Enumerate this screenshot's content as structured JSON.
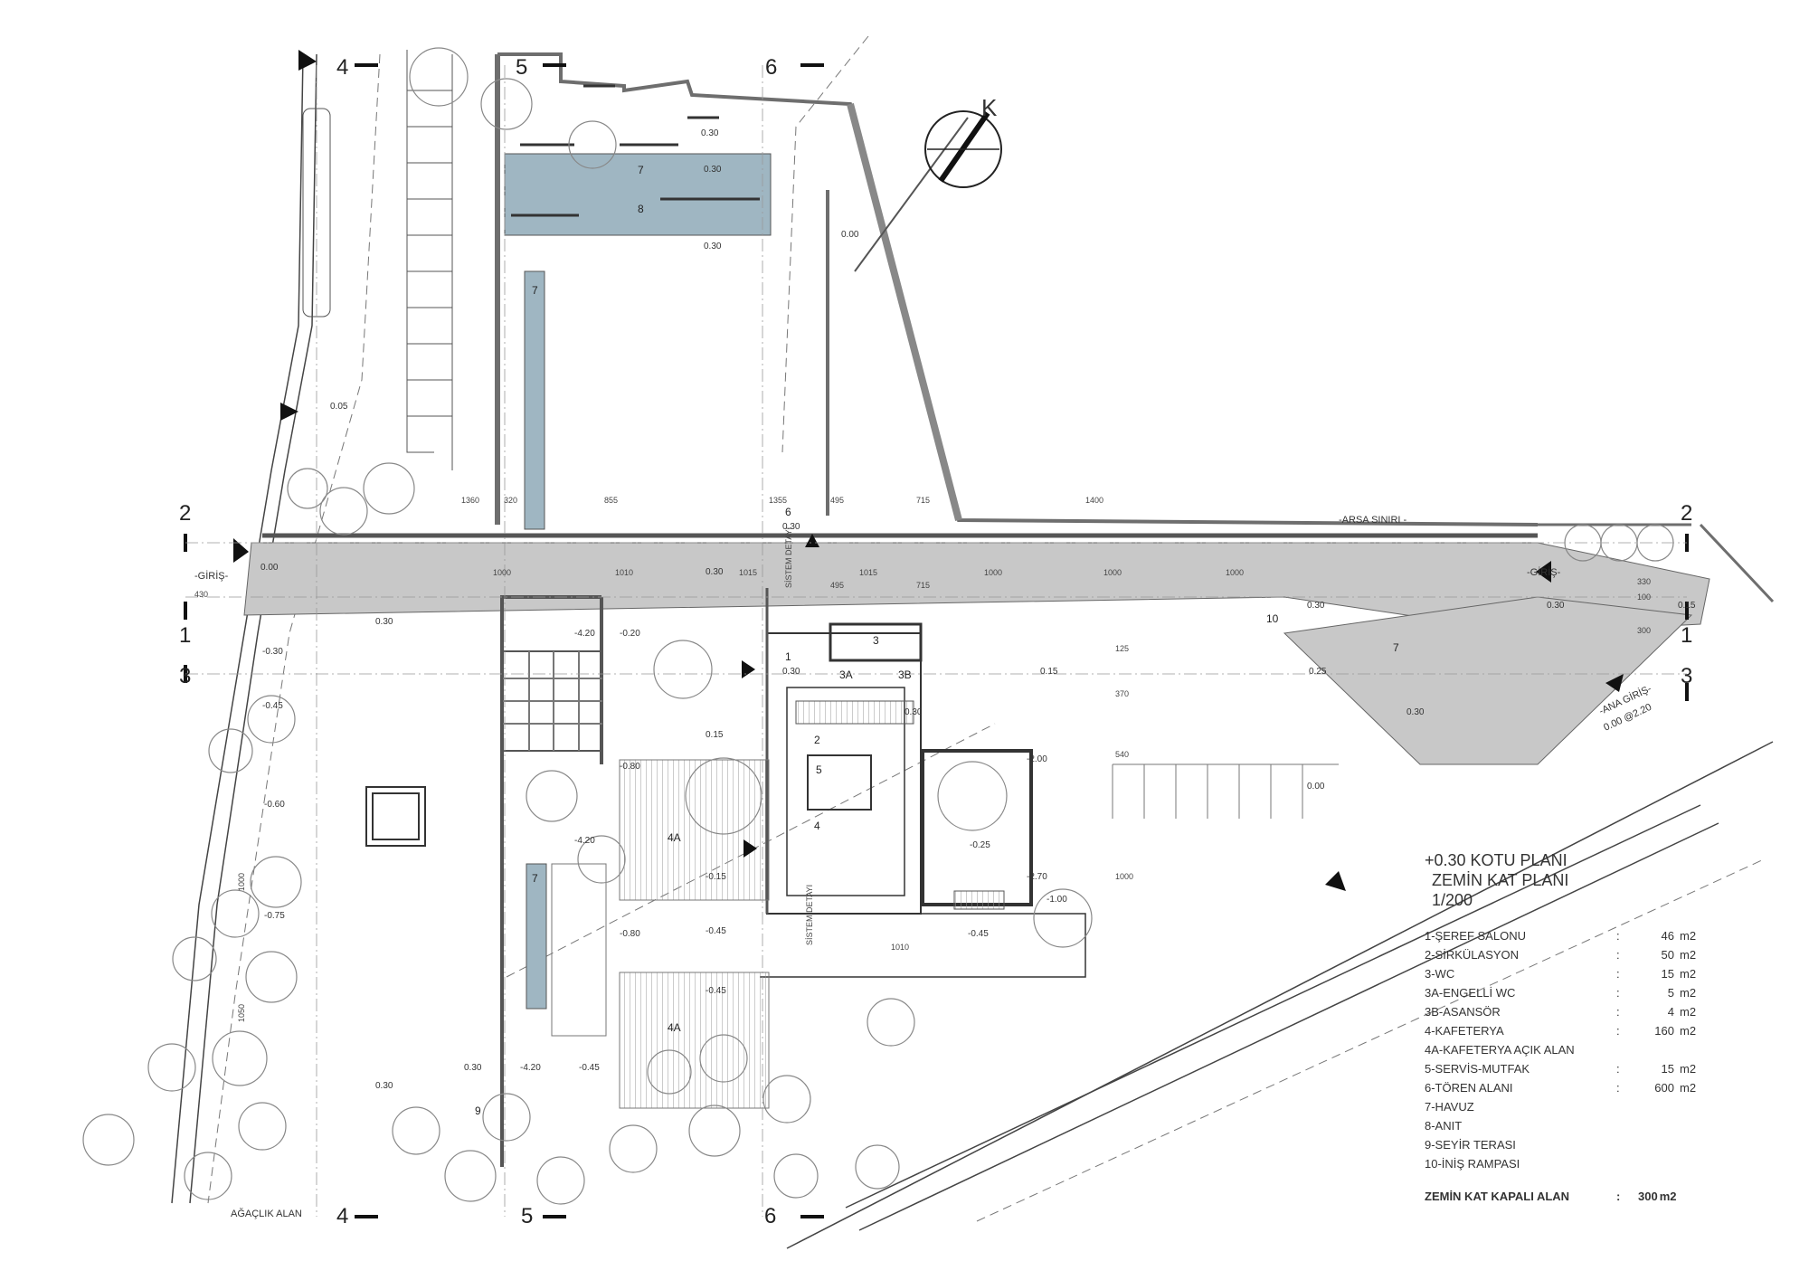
{
  "title": {
    "line1": "+0.30 KOTU PLANI",
    "line2": "ZEMİN KAT PLANI",
    "scale": "1/200"
  },
  "legend": [
    {
      "name": "1-ŞEREF SALONU",
      "area": "46",
      "unit": "m2"
    },
    {
      "name": "2-SİRKÜLASYON",
      "area": "50",
      "unit": "m2"
    },
    {
      "name": "3-WC",
      "area": "15",
      "unit": "m2"
    },
    {
      "name": "3A-ENGELLİ WC",
      "area": "5",
      "unit": "m2"
    },
    {
      "name": "3B-ASANSÖR",
      "area": "4",
      "unit": "m2"
    },
    {
      "name": "4-KAFETERYA",
      "area": "160",
      "unit": "m2"
    },
    {
      "name": "4A-KAFETERYA AÇIK ALAN",
      "area": "",
      "unit": ""
    },
    {
      "name": "5-SERVİS-MUTFAK",
      "area": "15",
      "unit": "m2"
    },
    {
      "name": "6-TÖREN ALANI",
      "area": "600",
      "unit": "m2"
    },
    {
      "name": "7-HAVUZ",
      "area": "",
      "unit": ""
    },
    {
      "name": "8-ANIT",
      "area": "",
      "unit": ""
    },
    {
      "name": "9-SEYİR TERASI",
      "area": "",
      "unit": ""
    },
    {
      "name": "10-İNİŞ RAMPASI",
      "area": "",
      "unit": ""
    }
  ],
  "total": {
    "label": "ZEMİN KAT KAPALI ALAN",
    "value": "300",
    "unit": "m2"
  },
  "labels": {
    "north": "K",
    "arsa_siniri": "-ARSA SINIRI -",
    "giris": "-GİRİŞ-",
    "ana_giris": "-ANA GİRİŞ-",
    "ana_giris_level": "0.00 @2.20",
    "agaclik": "AĞAÇLIK ALAN",
    "sistem_detayi": "SİSTEM DETAYI"
  },
  "axes": {
    "a2": "2",
    "a1": "1",
    "a3": "3",
    "a4": "4",
    "a5": "5",
    "a6": "6"
  },
  "rooms": {
    "r1": "1",
    "r2": "2",
    "r3": "3",
    "r3a": "3A",
    "r3b": "3B",
    "r4": "4",
    "r4a": "4A",
    "r5": "5",
    "r6": "6",
    "r7": "7",
    "r8": "8",
    "r9": "9",
    "r10": "10"
  },
  "levels": {
    "l000": "0.00",
    "l005": "0.05",
    "l015": "0.15",
    "l025": "0.25",
    "l030": "0.30",
    "m015": "-0.15",
    "m020": "-0.20",
    "m025": "-0.25",
    "m030": "-0.30",
    "m045": "-0.45",
    "m060": "-0.60",
    "m075": "-0.75",
    "m080": "-0.80",
    "m100": "-1.00",
    "m200": "-2.00",
    "m270": "-2.70",
    "m420": "-4.20"
  },
  "dims": {
    "d1360": "1360",
    "d320": "320",
    "d855": "855",
    "d1355": "1355",
    "d495": "495",
    "d715": "715",
    "d1400": "1400",
    "d1000": "1000",
    "d1010": "1010",
    "d1015": "1015",
    "d430": "430",
    "d330": "330",
    "d100": "100",
    "d300": "300",
    "d125": "125",
    "d370": "370",
    "d540": "540",
    "d1050": "1050"
  },
  "colors": {
    "pool": "#9fb6c2",
    "path": "#c8c8c8",
    "wall": "#6e6e6e",
    "line": "#555555"
  }
}
